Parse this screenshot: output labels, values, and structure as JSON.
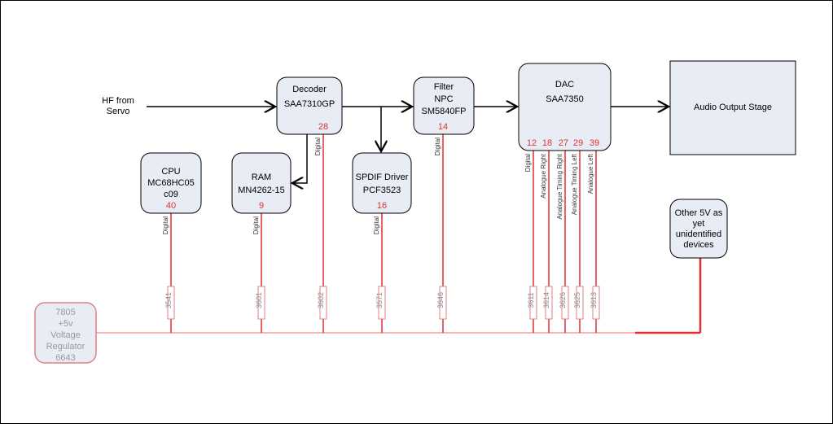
{
  "input_label": [
    "HF from",
    "Servo"
  ],
  "blocks": {
    "decoder": {
      "lines": [
        "Decoder",
        "SAA7310GP"
      ],
      "pin": "28",
      "signal": "Digital"
    },
    "filter": {
      "lines": [
        "Filter",
        "NPC",
        "SM5840FP"
      ],
      "pin": "14",
      "signal": "Digital"
    },
    "dac": {
      "lines": [
        "DAC",
        "SAA7350"
      ],
      "pins": [
        "12",
        "18",
        "27",
        "29",
        "39"
      ],
      "signals": [
        "Digital",
        "Analogue Right",
        "Analogue Timing Right",
        "Analogue Timing Left",
        "Analogue Left"
      ]
    },
    "audio": {
      "lines": [
        "Audio Output Stage"
      ]
    },
    "cpu": {
      "lines": [
        "CPU",
        "MC68HC05",
        "c09"
      ],
      "pin": "40",
      "signal": "Digital"
    },
    "ram": {
      "lines": [
        "RAM",
        "MN4262-15"
      ],
      "pin": "9",
      "signal": "Digital"
    },
    "spdif": {
      "lines": [
        "SPDIF Driver",
        "PCF3523"
      ],
      "pin": "16",
      "signal": "Digital"
    },
    "other": {
      "lines": [
        "Other 5V as",
        "yet",
        "unidentified",
        "devices"
      ]
    },
    "regulator": {
      "lines": [
        "7805",
        "+5v",
        "Voltage",
        "Regulator",
        "6643"
      ]
    }
  },
  "resistors": [
    "3541",
    "3601",
    "3602",
    "3571",
    "3646",
    "3611",
    "3614",
    "3626",
    "3625",
    "3613"
  ],
  "colors": {
    "power": "#e03030",
    "box_fill": "#e8edf5",
    "pin_text": "#e03030"
  }
}
